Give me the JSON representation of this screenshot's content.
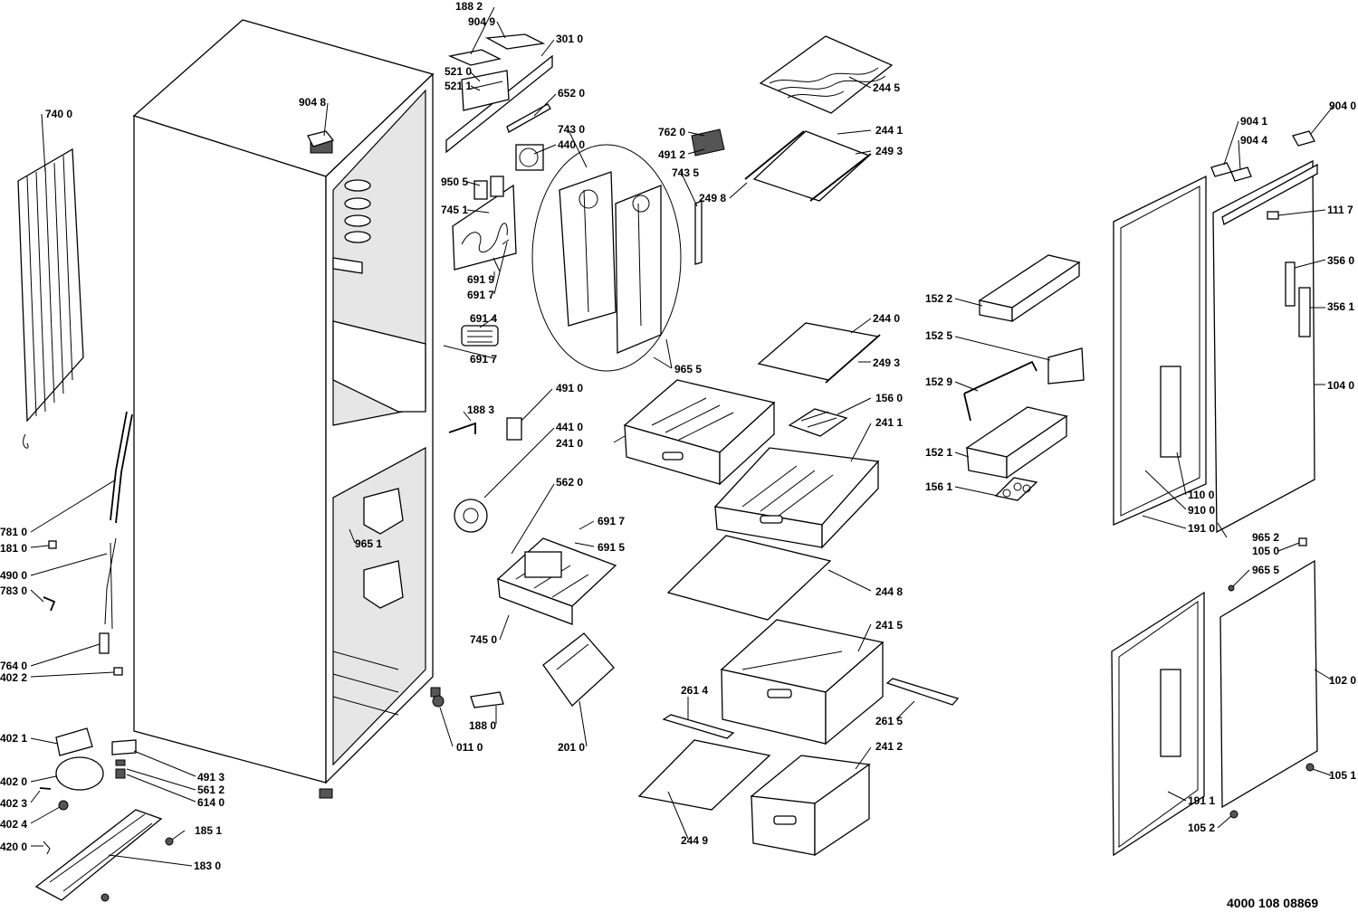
{
  "document_number": "4000 108 08869",
  "labels": {
    "l1882": "188 2",
    "l9049": "904 9",
    "l3010": "301 0",
    "l5210": "521 0",
    "l5211": "521 1",
    "l9048": "904 8",
    "l6520": "652 0",
    "l7430": "743 0",
    "l4400": "440 0",
    "l7620": "762 0",
    "l4912": "491 2",
    "l7435": "743 5",
    "l2445": "244 5",
    "l2441": "244 1",
    "l2493a": "249 3",
    "l2498": "249 8",
    "l9505": "950 5",
    "l7451": "745 1",
    "l6919": "691 9",
    "l6917a": "691 7",
    "l6914": "691 4",
    "l6917b": "691 7",
    "l9655a": "965 5",
    "l2440": "244 0",
    "l2493b": "249 3",
    "l1560": "156 0",
    "l2411": "241 1",
    "l4910": "491 0",
    "l1883": "188 3",
    "l4410": "441 0",
    "l2410": "241 0",
    "l5620": "562 0",
    "l6917c": "691 7",
    "l6915": "691 5",
    "l7450": "745 0",
    "l2448": "244 8",
    "l2415": "241 5",
    "l2614": "261 4",
    "l2615": "261 5",
    "l1880": "188 0",
    "l0110": "011 0",
    "l2010": "201 0",
    "l2412": "241 2",
    "l2449": "244 9",
    "l7400": "740 0",
    "l7810": "781 0",
    "l1810": "181 0",
    "l4900": "490 0",
    "l7830": "783 0",
    "l9651": "965 1",
    "l7640": "764 0",
    "l4022": "402 2",
    "l4021": "402 1",
    "l4020": "402 0",
    "l4023": "402 3",
    "l4024": "402 4",
    "l4200": "420 0",
    "l4913": "491 3",
    "l5612": "561 2",
    "l6140": "614 0",
    "l1851": "185 1",
    "l1830": "183 0",
    "l9041": "904 1",
    "l9040": "904 0",
    "l9044": "904 4",
    "l1117": "111 7",
    "l3560": "356 0",
    "l3561": "356 1",
    "l1040": "104 0",
    "l1522": "152 2",
    "l1525": "152 5",
    "l1529": "152 9",
    "l1521": "152 1",
    "l1561": "156 1",
    "l1100": "110 0",
    "l9100": "910 0",
    "l1910": "191 0",
    "l9652": "965 2",
    "l1050": "105 0",
    "l9655b": "965 5",
    "l1020": "102 0",
    "l1051": "105 1",
    "l1911": "191 1",
    "l1052": "105 2"
  }
}
